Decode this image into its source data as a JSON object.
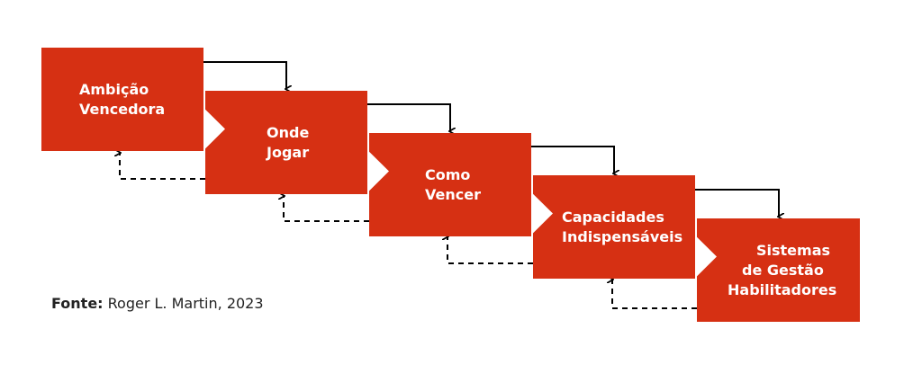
{
  "diagram": {
    "steps": [
      {
        "lines": [
          "Ambição",
          "Vencedora"
        ]
      },
      {
        "lines": [
          "Onde",
          "Jogar"
        ]
      },
      {
        "lines": [
          "Como",
          "Vencer"
        ]
      },
      {
        "lines": [
          "Capacidades",
          "Indispensáveis"
        ]
      },
      {
        "lines": [
          "Sistemas",
          "de Gestão",
          "Habilitadores"
        ]
      }
    ],
    "colors": {
      "box": "#d63013",
      "text": "#ffffff",
      "connector": "#000000"
    }
  },
  "source": {
    "label": "Fonte:",
    "text": "Roger L. Martin, 2023"
  }
}
